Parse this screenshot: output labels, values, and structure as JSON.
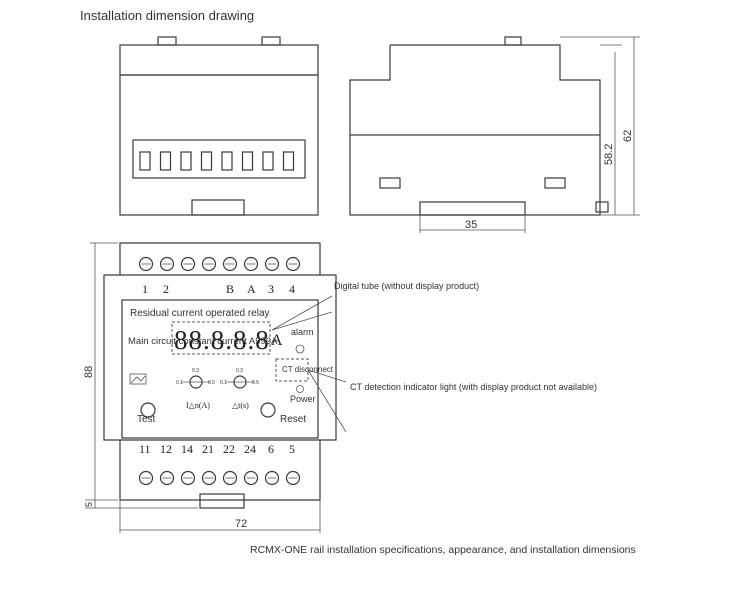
{
  "header": {
    "title": "Installation dimension drawing"
  },
  "dimensions": {
    "height": "62",
    "body_height": "58.2",
    "rail_width": "35",
    "front_height": "88",
    "base": "5",
    "width": "72"
  },
  "terminals": {
    "top_labels": [
      "1",
      "2",
      "B",
      "A",
      "3",
      "4"
    ],
    "bottom_labels": [
      "11",
      "12",
      "14",
      "21",
      "22",
      "24",
      "6",
      "5"
    ]
  },
  "panel": {
    "product_name": "Residual current operated relay",
    "main_circuit": "Main circuit constant current A999A",
    "display_digits": "88.8.8.8",
    "unit": "A",
    "alarm": "alarm",
    "ct_disconnect": "CT disconnect",
    "power": "Power",
    "test": "Test",
    "reset": "Reset",
    "knob1_label": "I△n(A)",
    "knob2_label": "△t(s)",
    "knob_center": "0.3",
    "knob_left": "0.1",
    "knob_right": "0.5"
  },
  "callouts": {
    "digital_tube": "Digital tube (without display product)",
    "ct_indicator": "CT detection indicator light (with display product not available)"
  },
  "caption": "RCMX-ONE rail installation specifications, appearance, and installation dimensions"
}
